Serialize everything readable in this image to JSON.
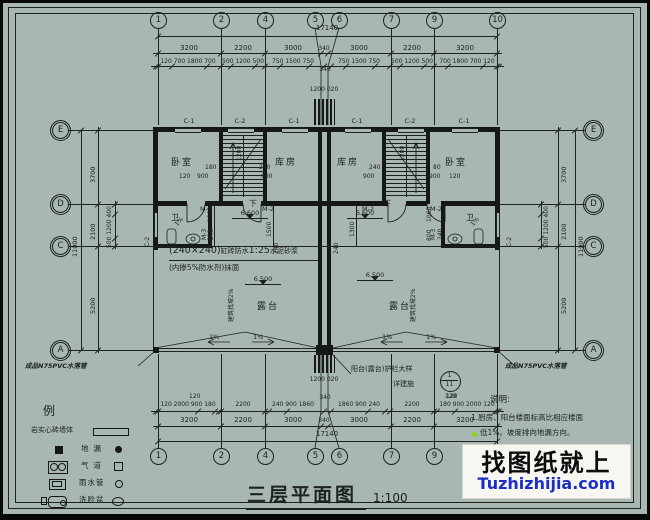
{
  "colors": {
    "sheet": "#a8b7b2",
    "line": "#1d211f",
    "blue": "#1b2fc7",
    "green": "#8fd41c"
  },
  "title": {
    "text": "三层平面图",
    "scale": "1:100"
  },
  "watermark": {
    "cn": "找图纸就上",
    "en": "Tuzhizhijia.com"
  },
  "notes": {
    "heading": "说明:",
    "line1": "1.厨房、阳台楼面标高比相应楼面",
    "line2": "低1%。坡度排向地漏方向。"
  },
  "bubbles": {
    "top": [
      "1",
      "2",
      "4",
      "5",
      "6",
      "7",
      "9",
      "10"
    ],
    "bottom": [
      "1",
      "2",
      "4",
      "5",
      "6",
      "7",
      "9",
      "10"
    ],
    "left": [
      "E",
      "D",
      "C",
      "A"
    ],
    "right": [
      "E",
      "D",
      "C",
      "A"
    ]
  },
  "dims": {
    "total": "17140",
    "top_main": [
      "3200",
      "2200",
      "3000",
      "340",
      "3000",
      "2200",
      "3200"
    ],
    "top_sub": [
      "120 700 1800 700",
      "500 1200 500",
      "750 1500 750",
      "340",
      "750 1500 750",
      "500 1200 500",
      "700 1800 700 120"
    ],
    "bottom_main": [
      "3200",
      "2200",
      "3000",
      "340",
      "3000",
      "2200",
      "3200"
    ],
    "bottom_sub": [
      "120 2000 900 180",
      "2200",
      "240 900 1860",
      "340",
      "1860 900 240",
      "2200",
      "180 900 2000 120"
    ],
    "side_main": [
      "3700",
      "2100",
      "5200"
    ],
    "side_total": "11000",
    "side_sub": "500 1200 400",
    "center_top": "1200 020",
    "center_bottom": "1200 020",
    "small_120": "120"
  },
  "plan": {
    "rooms": {
      "bedroom": "卧室",
      "storage": "库房",
      "terrace": "露台",
      "bath": "卫"
    },
    "windows": {
      "c1": "C-1",
      "c2": "C-2"
    },
    "doors": {
      "m2": "M-2",
      "m3": "M-3"
    },
    "levels": {
      "l66": "6.600",
      "l65": "6.500"
    },
    "down": "下",
    "slope1": "1%",
    "slope2": "建筑找坡2%",
    "ann1a": "(240×240)",
    "ann1b": "缸砖防水",
    "ann1c": "1:25",
    "ann1d": "水泥砂浆",
    "ann2": "(内掺5%防水剂)抹面",
    "downspout": "成品N75PVC水落管",
    "railing": "阳台(露台)护栏大样",
    "railing_ref": "详建施",
    "detail_top": "1",
    "detail_bottom": "11",
    "inner": {
      "i1200": "1200",
      "i1500": "1500",
      "i1300": "1300",
      "i240": "240",
      "i180": "180",
      "i120": "120",
      "i900": "900",
      "i80": "80",
      "i1060": "1060",
      "i800": "800"
    }
  },
  "legend": {
    "title": "例",
    "wall": "岩实心砖墙体",
    "items": [
      "地漏",
      "气道",
      "雨水管",
      "洗脸盆"
    ]
  }
}
